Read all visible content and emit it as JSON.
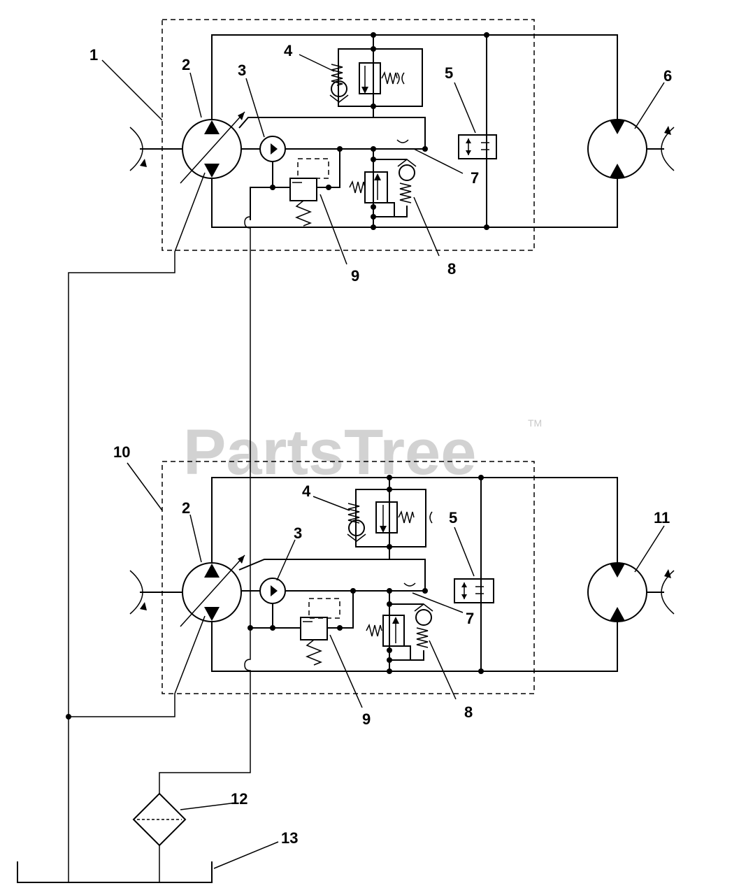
{
  "watermark": {
    "text": "PartsTree",
    "trademark": "TM"
  },
  "callouts": {
    "c1": "1",
    "c2a": "2",
    "c3a": "3",
    "c4a": "4",
    "c5a": "5",
    "c6": "6",
    "c7a": "7",
    "c8a": "8",
    "c9a": "9",
    "c10": "10",
    "c2b": "2",
    "c3b": "3",
    "c4b": "4",
    "c5b": "5",
    "c11": "11",
    "c7b": "7",
    "c8b": "8",
    "c9b": "9",
    "c12": "12",
    "c13": "13"
  }
}
